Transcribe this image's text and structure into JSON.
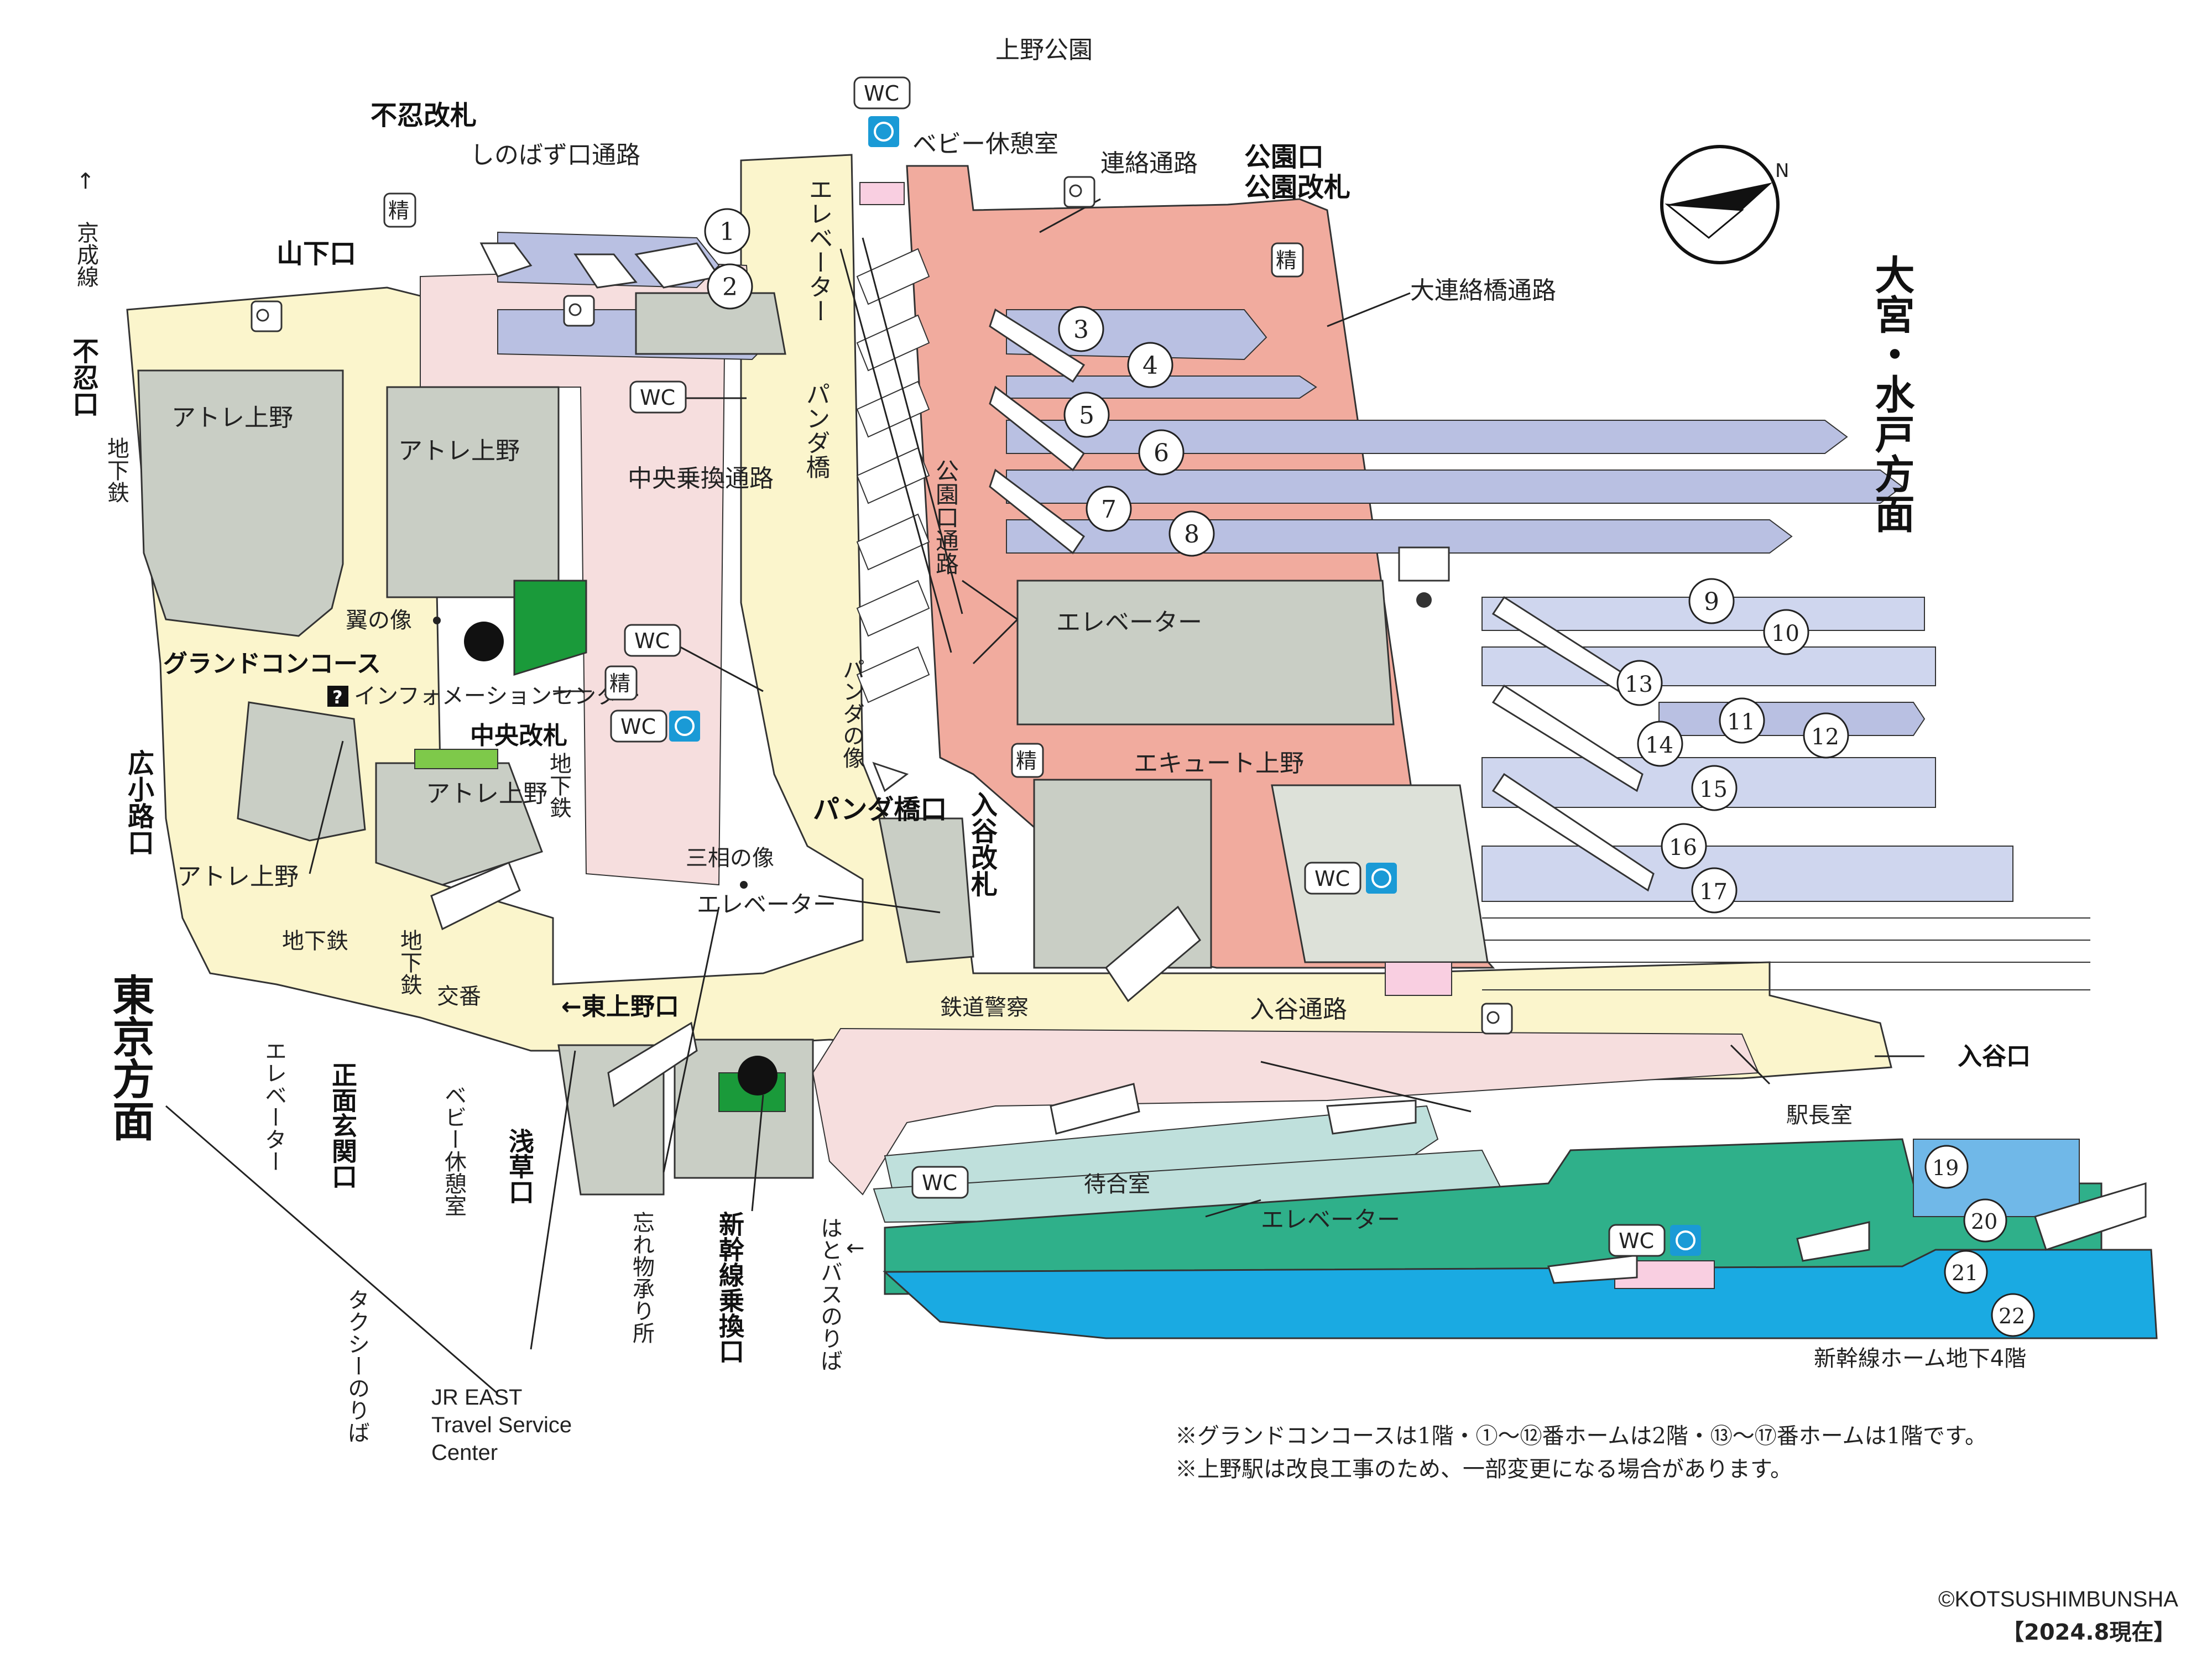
{
  "map": {
    "top_landmark": "上野公園",
    "direction_east": "大宮・水戸方面",
    "direction_west": "東京方面",
    "keisei_arrow": "←",
    "keisei_line": "京成線",
    "subway_label": "地下鉄",
    "gates": {
      "shinobazu_gate": "不忍改札",
      "shinobazu_exit": "不忍口",
      "yamashita_exit": "山下口",
      "koen_exit": "公園口",
      "koen_gate": "公園改札",
      "chuo_gate": "中央改札",
      "hirokoji_exit": "広小路口",
      "panda_bashi_exit": "パンダ橋口",
      "iriya_gate": "入谷改札",
      "higashi_ueno_exit": "←東上野口",
      "iriya_exit": "入谷口",
      "shomen_genkan_exit": "正面玄関口",
      "asakusa_exit": "浅草口",
      "shinkansen_transfer": "新幹線乗換口"
    },
    "passages": {
      "shinobazu_passage": "しのばず口通路",
      "renraku_passage": "連絡通路",
      "dai_renraku_passage": "大連絡橋通路",
      "chuo_transfer_passage": "中央乗換通路",
      "koen_passage": "公園口通路",
      "iriya_passage": "入谷通路",
      "panda_bridge": "パンダ橋",
      "ecute": "エキュート上野"
    },
    "facilities": {
      "wc": "WC",
      "seisan": "精",
      "baby_room": "ベビー休憩室",
      "elevator": "エレベーター",
      "atre": "アトレ上野",
      "tsubasa_statue": "翼の像",
      "grand_concourse": "グランドコンコース",
      "information_center": "インフォメーションセンター",
      "info_mark": "?",
      "panda_statue": "パンダの像",
      "sanso_statue": "三相の像",
      "police_box": "交番",
      "railway_police": "鉄道警察",
      "station_master": "駅長室",
      "waiting_room": "待合室",
      "lost_property": "忘れ物承り所",
      "hato_bus": "はとバスのりば",
      "taxi": "タクシーのりば",
      "jr_travel_1": "JR EAST",
      "jr_travel_2": "Travel Service",
      "jr_travel_3": "Center",
      "shinkansen_platform": "新幹線ホーム地下4階",
      "left_arrow": "←"
    },
    "platforms": [
      "1",
      "2",
      "3",
      "4",
      "5",
      "6",
      "7",
      "8",
      "9",
      "10",
      "11",
      "12",
      "13",
      "14",
      "15",
      "16",
      "17",
      "19",
      "20",
      "21",
      "22"
    ],
    "notes": [
      "※グランドコンコースは1階・①〜⑫番ホームは2階・⑬〜⑰番ホームは1階です。",
      "※上野駅は改良工事のため、一部変更になる場合があります。"
    ],
    "copyright": "©KOTSUSHIMBUNSHA",
    "as_of": "【2024.8現在】",
    "colors": {
      "concourse_cream": "#fbf5cc",
      "passage_pink": "#f6dede",
      "bridge_salmon": "#f1ab9e",
      "platform_upper_blue": "#b9c0e2",
      "platform_lower_blue": "#cfd6ee",
      "shinkansen_green": "#2fb08a",
      "shinkansen_blue": "#1aaae2",
      "building_gray": "#c9cec5",
      "toilet_blue": "#1a9ad6"
    },
    "icons": [
      "compass-icon",
      "wheelchair-icon",
      "key-icon",
      "information-icon",
      "telephone-icon",
      "shrine-mark-icon"
    ]
  }
}
